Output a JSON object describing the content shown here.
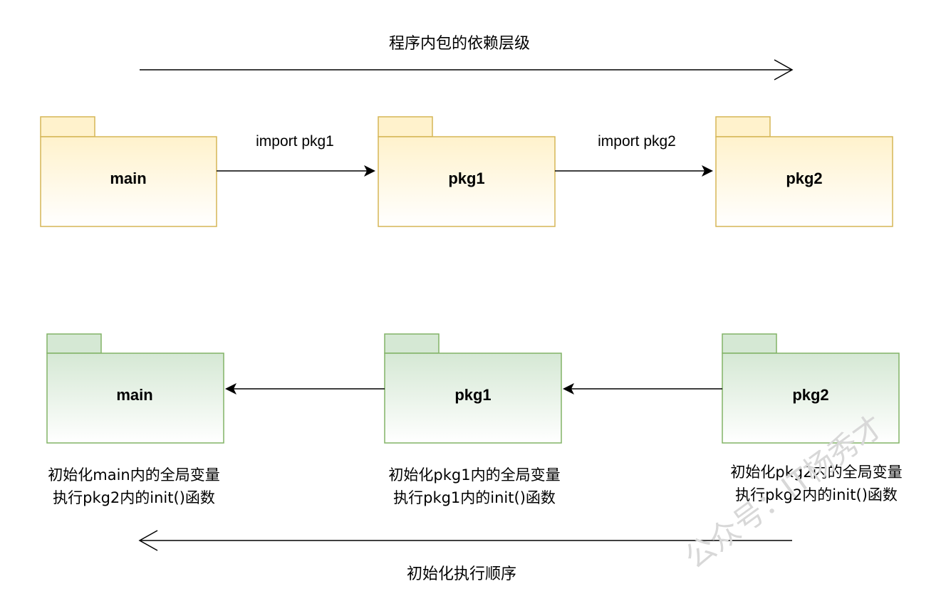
{
  "top": {
    "title": "程序内包的依赖层级",
    "packages": [
      "main",
      "pkg1",
      "pkg2"
    ],
    "edges": [
      "import pkg1",
      "import pkg2"
    ]
  },
  "bottom": {
    "packages": [
      "main",
      "pkg1",
      "pkg2"
    ],
    "captions": [
      [
        "初始化main内的全局变量",
        "执行pkg2内的init()函数"
      ],
      [
        "初始化pkg1内的全局变量",
        "执行pkg1内的init()函数"
      ],
      [
        "初始化pkg2内的全局变量",
        "执行pkg2内的init()函数"
      ]
    ],
    "title": "初始化执行顺序"
  },
  "watermark": "公众号：IT杨秀才",
  "colors": {
    "top_fill": "#fff2cc",
    "top_stroke": "#d6b656",
    "bottom_fill": "#d5e8d4",
    "bottom_stroke": "#82b366"
  }
}
